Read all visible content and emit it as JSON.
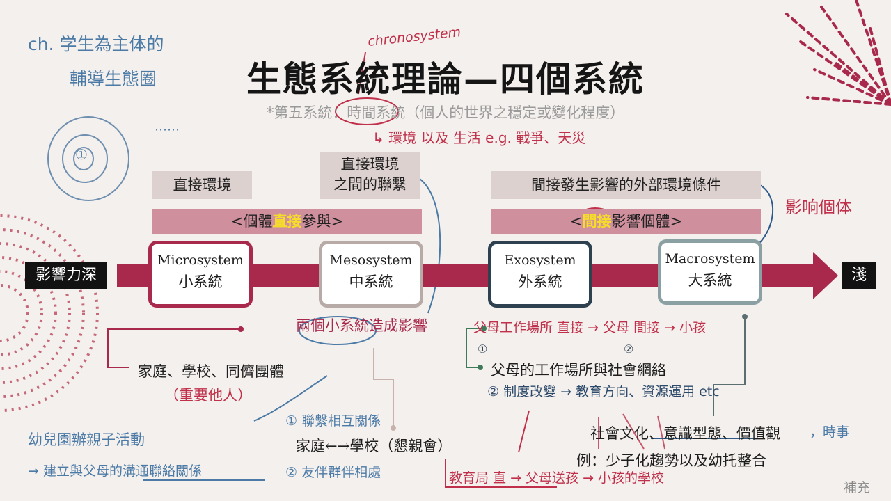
{
  "title": "生態系統理論—四個系統",
  "subtitle": "*第五系統：時間系統（個人的世界之穩定或變化程度）",
  "tags": {
    "direct_env": "直接環境",
    "between_env": "直接環境\n之間的聯繫",
    "indirect_env": "間接發生影響的外部環境條件"
  },
  "bars": {
    "left_prefix": "<個體",
    "left_highlight": "直接",
    "left_suffix": "參與>",
    "right_prefix": "<",
    "right_highlight": "間接",
    "right_suffix": "影響個體>"
  },
  "axis": {
    "deep_label": "影響力深",
    "shallow_label": "淺"
  },
  "systems": [
    {
      "en": "Microsystem",
      "zh": "小系統",
      "border": "#a8294b"
    },
    {
      "en": "Mesosystem",
      "zh": "中系統",
      "border": "#b8aaa6"
    },
    {
      "en": "Exosystem",
      "zh": "外系統",
      "border": "#2d4150"
    },
    {
      "en": "Macrosystem",
      "zh": "大系統",
      "border": "#8aa0a3"
    }
  ],
  "notes": {
    "meso_caption": "兩個小系統造成影響",
    "micro_example": "家庭、學校、同儕團體",
    "meso_example": "家庭←→學校（懇親會）",
    "exo_example": "父母的工作場所與社會網絡",
    "macro_example_1": "社會文化、意識型態、價值觀",
    "macro_example_2": "例：少子化趨勢以及幼托整合",
    "supplement": "補充"
  },
  "handwriting": {
    "top_left_1": "ch. 学生為主体的",
    "top_left_2": "輔導生態圈",
    "ellipsis": "⋯⋯",
    "center_num": "①",
    "chronosystem": "chronosystem",
    "chrono_note": "↳ 環境 以及 生活 e.g. 戰爭、天災",
    "impact_individual": "影响個体",
    "exo_note_top": "父母工作場所 直接 → 父母 間接 → 小孩",
    "exo_num_1": "①",
    "exo_num_2": "②",
    "exo_note_bottom": "② 制度改變 → 教育方向、資源運用 etc",
    "micro_note": "（重要他人）",
    "meso_note_1": "① 聯繫相互關係",
    "meso_note_2": "② 友伴群伴相處",
    "left_bottom_1": "幼兒園辦親子活動",
    "left_bottom_2": "→ 建立與父母的溝通聯絡關係",
    "bottom_right": "教育局 直 → 父母送孩 → 小孩的學校",
    "macro_extra": "，時事"
  },
  "colors": {
    "accent": "#a8294b",
    "bar": "#cf8f9d",
    "tag": "#dcd1cf",
    "hand_blue": "#4b7aa6",
    "hand_red": "#c0304a"
  }
}
